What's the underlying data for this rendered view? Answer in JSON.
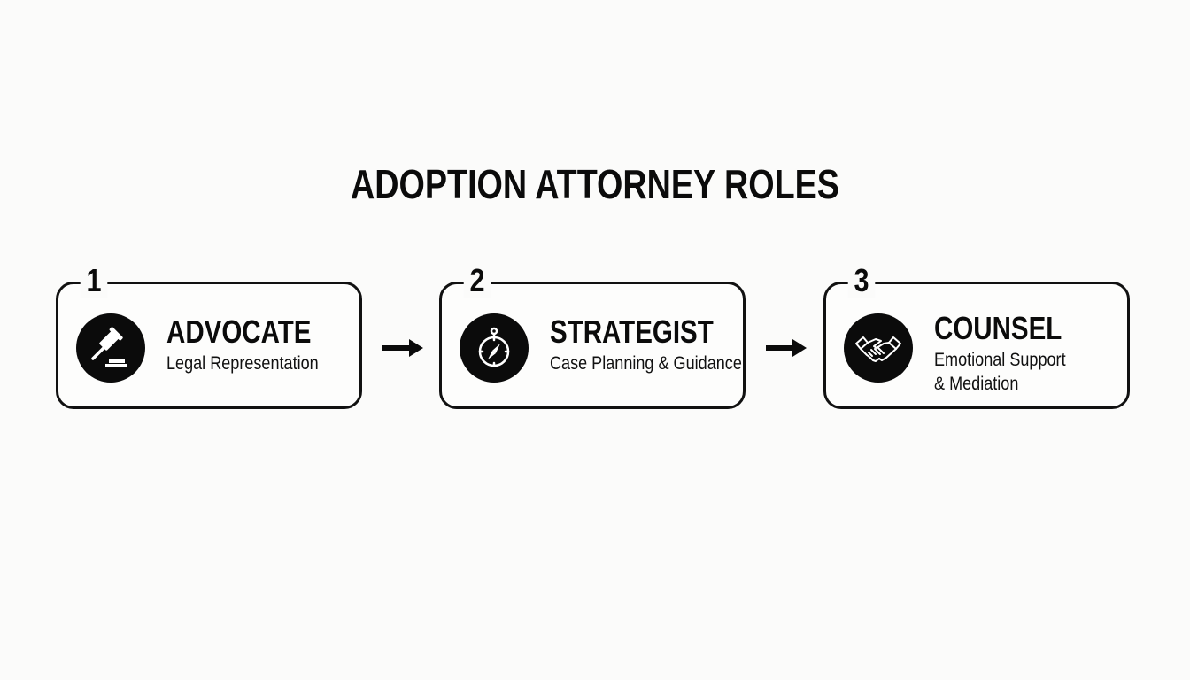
{
  "title": "ADOPTION ATTORNEY ROLES",
  "colors": {
    "background": "#fbfbfa",
    "ink": "#0b0b0b",
    "icon_stroke": "#ffffff"
  },
  "steps": [
    {
      "number": "1",
      "role": "ADVOCATE",
      "description": [
        "Legal Representation"
      ],
      "icon": "gavel-icon"
    },
    {
      "number": "2",
      "role": "STRATEGIST",
      "description": [
        "Case Planning & Guidance"
      ],
      "icon": "compass-icon"
    },
    {
      "number": "3",
      "role": "COUNSEL",
      "description": [
        "Emotional Support",
        "& Mediation"
      ],
      "icon": "handshake-icon"
    }
  ],
  "connectors": [
    {
      "from": "1",
      "to": "2",
      "icon": "arrow-right-icon"
    },
    {
      "from": "2",
      "to": "3",
      "icon": "arrow-right-icon"
    }
  ]
}
